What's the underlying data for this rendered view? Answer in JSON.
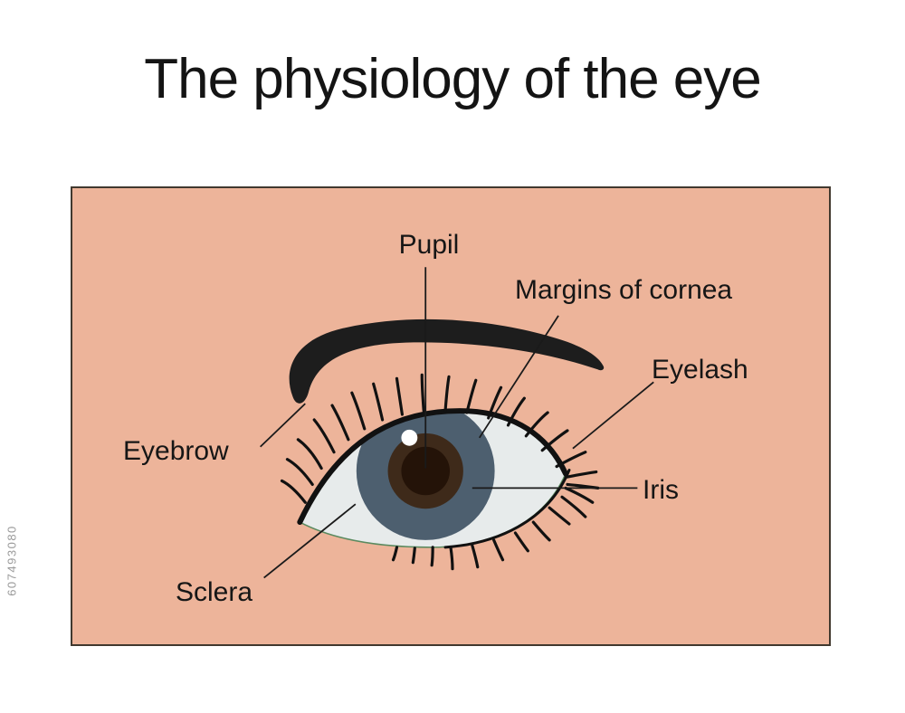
{
  "title": "The physiology of the eye",
  "watermark_id": "607493080",
  "diagram": {
    "labels": {
      "pupil": "Pupil",
      "margins_of_cornea": "Margins of cornea",
      "eyelash": "Eyelash",
      "eyebrow": "Eyebrow",
      "iris": "Iris",
      "sclera": "Sclera"
    },
    "colors": {
      "panel_bg": "#EDB49A",
      "panel_border": "#41392f",
      "sclera_fill": "#E7EBEB",
      "sclera_outline": "#5A8A5F",
      "iris_fill": "#4D5F6F",
      "pupil_outer": "#3E2A1A",
      "pupil_inner": "#241308",
      "highlight": "#FFFFFF",
      "brow_fill": "#1D1D1D",
      "lash_stroke": "#111111",
      "pointer_line": "#1A1A1A"
    }
  }
}
